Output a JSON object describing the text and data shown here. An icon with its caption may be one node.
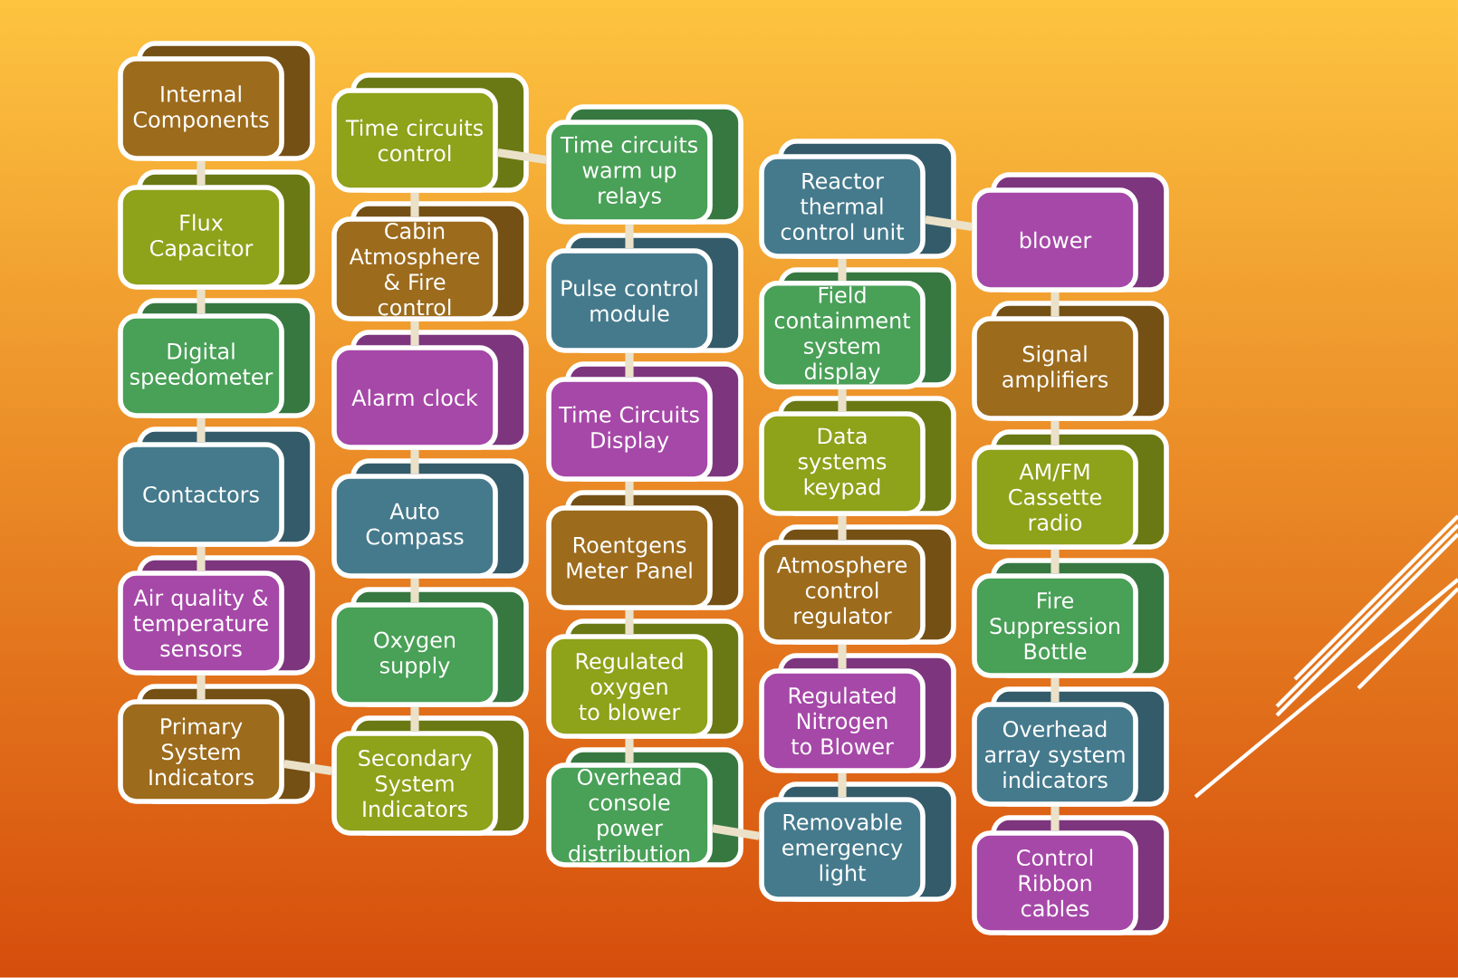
{
  "diagram": {
    "nodes": [
      {
        "text": [
          "Internal Components"
        ]
      },
      {
        "text": [
          "Flux Capacitor"
        ]
      },
      {
        "text": [
          "Digital speedometer"
        ]
      },
      {
        "text": [
          "Contactors"
        ]
      },
      {
        "text": [
          "Air quality & temperature sensors"
        ]
      },
      {
        "text": [
          "Primary System Indicators"
        ]
      },
      {
        "text": [
          "Time circuits control"
        ]
      },
      {
        "text": [
          "Cabin Atmosphere & Fire control"
        ]
      },
      {
        "text": [
          "Alarm clock"
        ]
      },
      {
        "text": [
          "Auto Compass"
        ]
      },
      {
        "text": [
          "Oxygen supply"
        ]
      },
      {
        "text": [
          "Secondary System Indicators"
        ]
      },
      {
        "text": [
          "Time circuits warm up relays"
        ]
      },
      {
        "text": [
          "Pulse control module"
        ]
      },
      {
        "text": [
          "Time Circuits Display"
        ]
      },
      {
        "text": [
          "Roentgens Meter Panel"
        ]
      },
      {
        "text": [
          "Regulated oxygen to blower"
        ]
      },
      {
        "text": [
          "Overhead console power distribution"
        ]
      },
      {
        "text": [
          "Reactor thermal control unit"
        ]
      },
      {
        "text": [
          "Field containment system display"
        ]
      },
      {
        "text": [
          "Data systems keypad"
        ]
      },
      {
        "text": [
          "Atmosphere control regulator"
        ]
      },
      {
        "text": [
          "Regulated Nitrogen to Blower"
        ]
      },
      {
        "text": [
          "Removable emergency light"
        ]
      },
      {
        "text": [
          "blower"
        ]
      },
      {
        "text": [
          "Signal amplifiers"
        ]
      },
      {
        "text": [
          "AM/FM Cassette radio"
        ]
      },
      {
        "text": [
          "Fire Suppression Bottle"
        ]
      },
      {
        "text": [
          "Overhead array system indicators"
        ]
      },
      {
        "text": [
          "Control Ribbon cables"
        ]
      }
    ],
    "edges": [
      {
        "from": 0,
        "to": 1,
        "arrow": "none"
      },
      {
        "from": 1,
        "to": 2,
        "arrow": "none"
      },
      {
        "from": 2,
        "to": 3,
        "arrow": "none"
      },
      {
        "from": 3,
        "to": 4,
        "arrow": "none"
      },
      {
        "from": 4,
        "to": 5,
        "arrow": "none"
      },
      {
        "from": 5,
        "to": 11,
        "arrow": "none"
      },
      {
        "from": 11,
        "to": 10,
        "arrow": "none"
      },
      {
        "from": 10,
        "to": 9,
        "arrow": "none"
      },
      {
        "from": 9,
        "to": 8,
        "arrow": "none"
      },
      {
        "from": 8,
        "to": 7,
        "arrow": "none"
      },
      {
        "from": 7,
        "to": 6,
        "arrow": "none"
      },
      {
        "from": 6,
        "to": 12,
        "arrow": "none"
      },
      {
        "from": 12,
        "to": 13,
        "arrow": "none"
      },
      {
        "from": 13,
        "to": 14,
        "arrow": "none"
      },
      {
        "from": 14,
        "to": 15,
        "arrow": "none"
      },
      {
        "from": 15,
        "to": 16,
        "arrow": "none"
      },
      {
        "from": 16,
        "to": 17,
        "arrow": "none"
      },
      {
        "from": 17,
        "to": 23,
        "arrow": "none"
      },
      {
        "from": 23,
        "to": 22,
        "arrow": "none"
      },
      {
        "from": 22,
        "to": 21,
        "arrow": "none"
      },
      {
        "from": 21,
        "to": 20,
        "arrow": "none"
      },
      {
        "from": 20,
        "to": 19,
        "arrow": "none"
      },
      {
        "from": 19,
        "to": 18,
        "arrow": "none"
      },
      {
        "from": 18,
        "to": 24,
        "arrow": "none"
      },
      {
        "from": 24,
        "to": 25,
        "arrow": "none"
      },
      {
        "from": 25,
        "to": 26,
        "arrow": "none"
      },
      {
        "from": 26,
        "to": 27,
        "arrow": "none"
      },
      {
        "from": 27,
        "to": 28,
        "arrow": "none"
      },
      {
        "from": 28,
        "to": 29,
        "arrow": "none"
      }
    ]
  }
}
